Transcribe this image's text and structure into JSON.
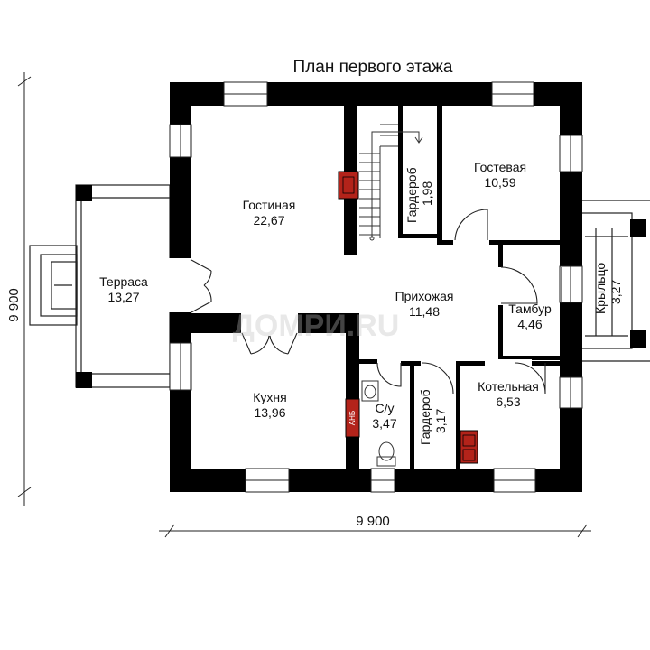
{
  "title": "План первого этажа",
  "dimensions": {
    "width": "9 900",
    "height": "9 900"
  },
  "watermark": "ДОМРИ.RU",
  "stove_label": "АНБ",
  "rooms": [
    {
      "id": "terrace",
      "name": "Терраса",
      "area": "13,27"
    },
    {
      "id": "living",
      "name": "Гостиная",
      "area": "22,67"
    },
    {
      "id": "wardrobe1",
      "name": "Гардероб",
      "area": "1,98"
    },
    {
      "id": "guest",
      "name": "Гостевая",
      "area": "10,59"
    },
    {
      "id": "hall",
      "name": "Прихожая",
      "area": "11,48"
    },
    {
      "id": "vestibule",
      "name": "Тамбур",
      "area": "4,46"
    },
    {
      "id": "porch",
      "name": "Крыльцо",
      "area": "3,27"
    },
    {
      "id": "kitchen",
      "name": "Кухня",
      "area": "13,96"
    },
    {
      "id": "wc",
      "name": "С/у",
      "area": "3,47"
    },
    {
      "id": "wardrobe2",
      "name": "Гардероб",
      "area": "3,17"
    },
    {
      "id": "boiler",
      "name": "Котельная",
      "area": "6,53"
    }
  ],
  "colors": {
    "wall": "#000000",
    "stove": "#b3231a",
    "line": "#222222",
    "background": "#ffffff"
  }
}
